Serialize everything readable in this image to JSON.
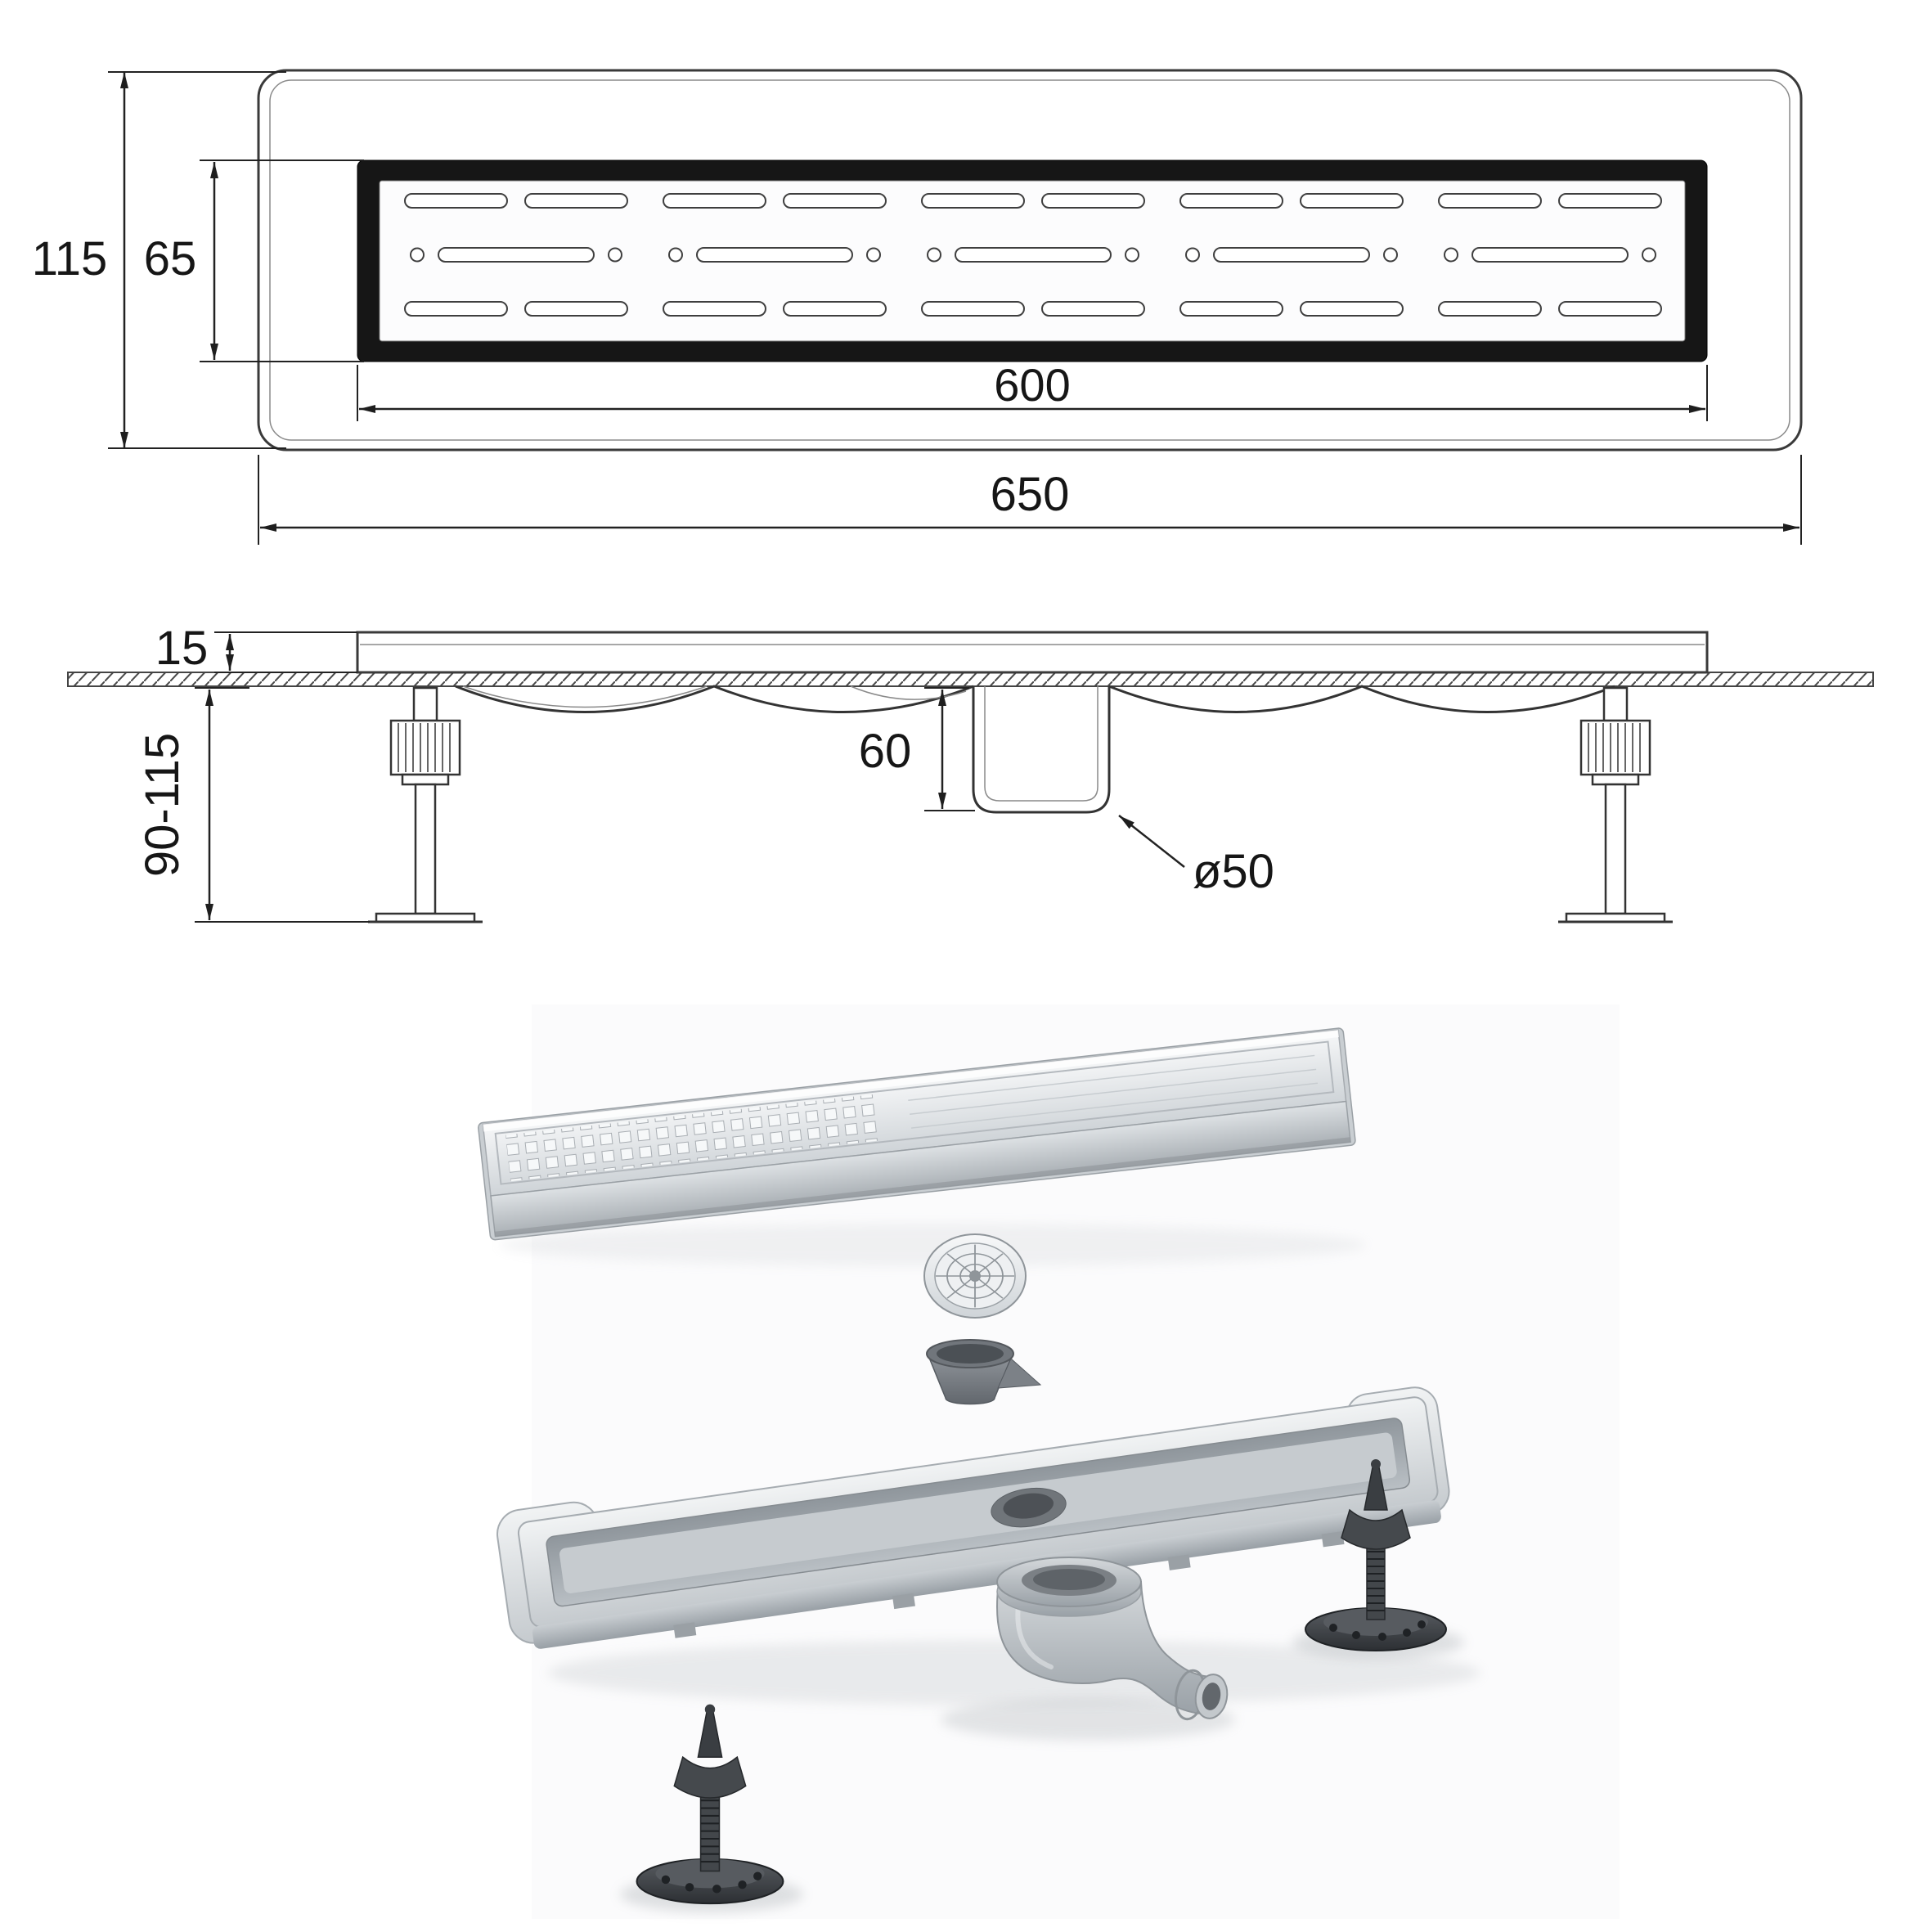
{
  "page": {
    "background": "#ffffff"
  },
  "technical_drawing": {
    "top_view": {
      "dim_overall_height": "115",
      "dim_grate_width": "65",
      "dim_grate_length": "600",
      "dim_overall_length": "650"
    },
    "side_view": {
      "dim_flange_thickness": "15",
      "dim_adjustable_height": "90-115",
      "dim_trap_depth": "60",
      "dim_outlet_diameter": "ø50"
    },
    "colors": {
      "line_color": "#2a2a2a",
      "grate_frame": "#161616",
      "steel_light": "#eef0f2",
      "plastic_gray": "#b9bfc4",
      "plastic_dark": "#3c4043"
    }
  }
}
